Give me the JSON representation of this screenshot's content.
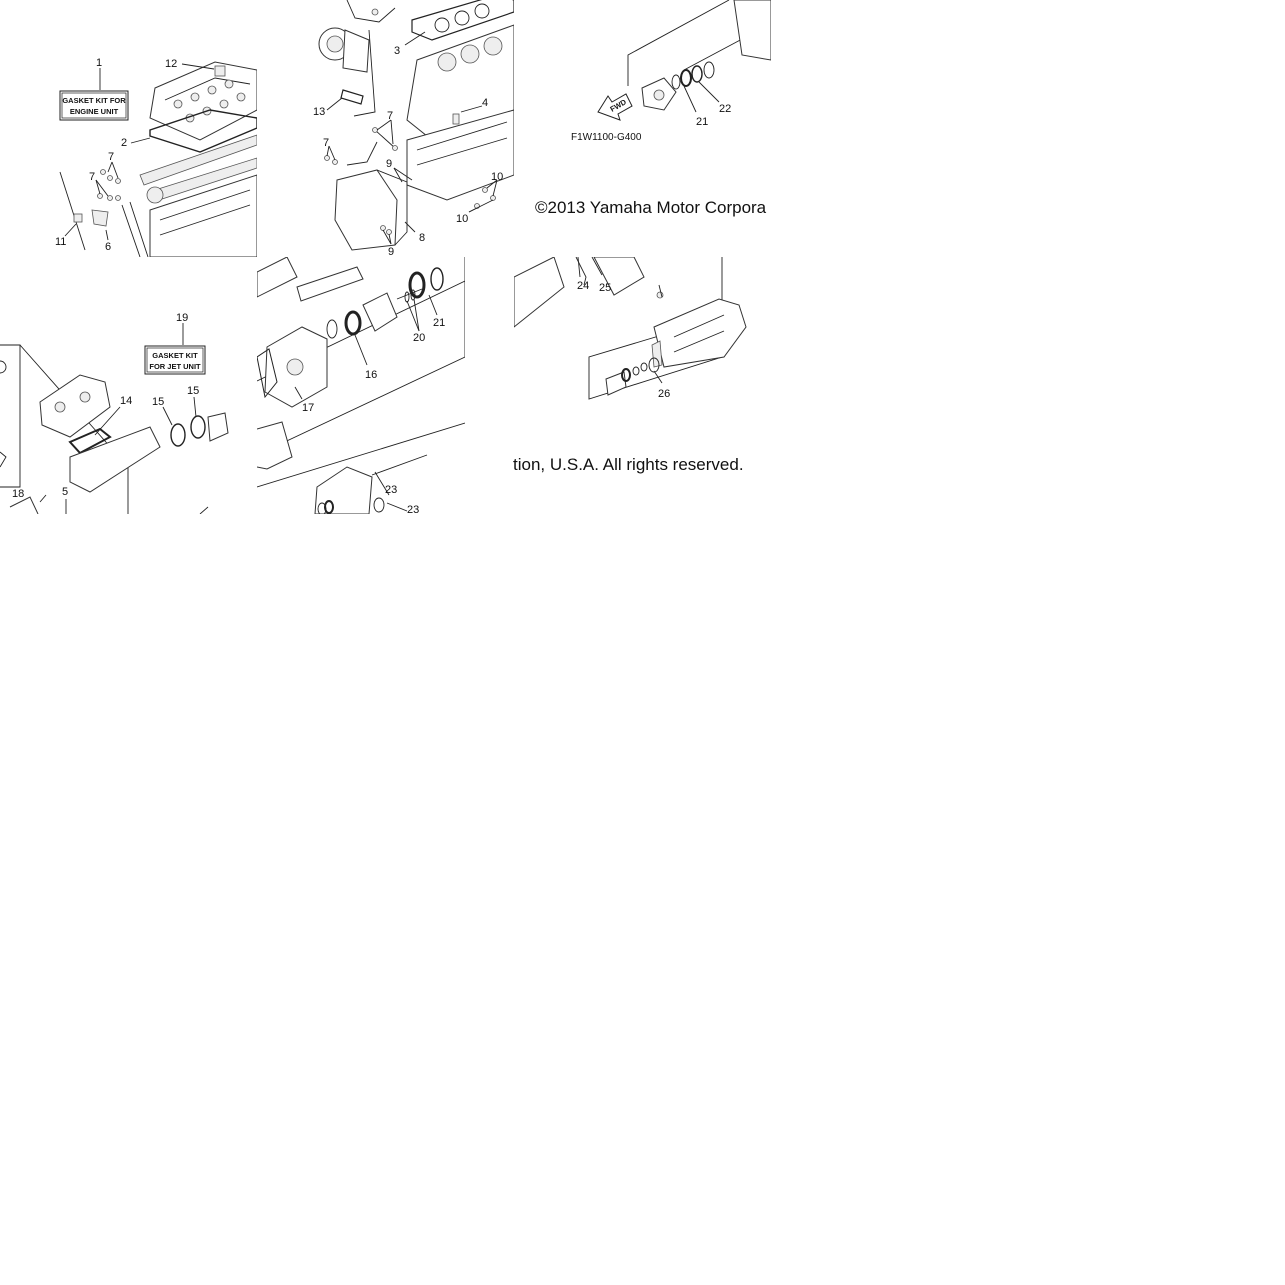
{
  "copyright": {
    "part1": "©2013 Yamaha Motor Corpora",
    "part2": "tion, U.S.A. All rights reserved."
  },
  "diagram_code": "F1W1100-G400",
  "fwd_label": "FWD",
  "kits": {
    "engine": {
      "line1": "GASKET KIT FOR",
      "line2": "ENGINE UNIT"
    },
    "jet": {
      "line1": "GASKET KIT",
      "line2": "FOR JET UNIT"
    }
  },
  "callouts": {
    "tile1": [
      "1",
      "12",
      "2",
      "7",
      "7",
      "11",
      "6"
    ],
    "tile2": [
      "3",
      "13",
      "4",
      "7",
      "7",
      "9",
      "10",
      "10",
      "8",
      "9"
    ],
    "tile3": [
      "21",
      "22"
    ],
    "tile4": [
      "19",
      "14",
      "15",
      "15",
      "18",
      "5"
    ],
    "tile5": [
      "20",
      "21",
      "16",
      "17",
      "23",
      "23"
    ],
    "tile6": [
      "24",
      "25",
      "26"
    ]
  }
}
